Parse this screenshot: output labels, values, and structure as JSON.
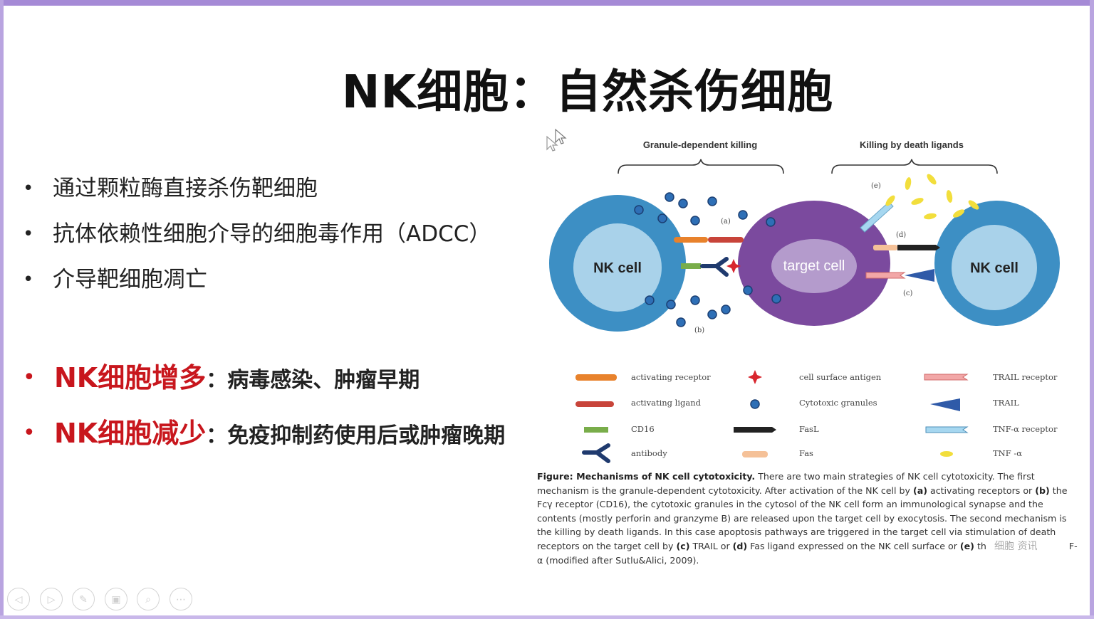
{
  "title": "NK细胞：自然杀伤细胞",
  "bullets": [
    "通过颗粒酶直接杀伤靶细胞",
    "抗体依赖性细胞介导的细胞毒作用（ADCC）",
    "介导靶细胞凋亡"
  ],
  "highlights": [
    {
      "label": "NK细胞增多",
      "sep": "：",
      "text": "病毒感染、肿瘤早期"
    },
    {
      "label": "NK细胞减少",
      "sep": "：",
      "text": "免疫抑制药使用后或肿瘤晚期"
    }
  ],
  "diagram": {
    "header_left": "Granule-dependent killing",
    "header_right": "Killing by death ligands",
    "nk_left": "NK cell",
    "target": "target cell",
    "nk_right": "NK cell",
    "marks": {
      "a": "(a)",
      "b": "(b)",
      "c": "(c)",
      "d": "(d)",
      "e": "(e)"
    },
    "legend": [
      [
        "activating receptor",
        "cell surface antigen",
        "TRAIL receptor"
      ],
      [
        "activating ligand",
        "Cytotoxic granules",
        "TRAIL"
      ],
      [
        "CD16",
        "FasL",
        "TNF-α receptor"
      ],
      [
        "antibody",
        "Fas",
        "TNF -α"
      ]
    ],
    "colors": {
      "nk_outer": "#3d8fc4",
      "nk_inner": "#a9d2ea",
      "target_outer": "#7b4a9e",
      "target_inner": "#b49bcc",
      "activating_receptor": "#e8822c",
      "activating_ligand": "#c8443a",
      "cd16": "#79ad4a",
      "antibody": "#1f3a6e",
      "antigen": "#d8262e",
      "granule": "#2e6fb6",
      "trail_receptor": "#f2a7a7",
      "trail": "#2f5aa8",
      "tnf_receptor": "#a6d7f0",
      "tnf": "#f2de3c",
      "fasl": "#222222",
      "fas": "#f5c198"
    }
  },
  "caption": {
    "label": "Figure: Mechanisms of NK cell cytotoxicity.",
    "text1": " There are two main strategies of NK cell cytotoxicity. The first mechanism is the granule-dependent cytotoxicity. After activation of the NK cell by ",
    "a": "(a)",
    "text2": " activating receptors or ",
    "b": "(b)",
    "text3": " the Fcγ receptor (CD16), the cytotoxic granules in the cytosol of the NK cell form an immunological synapse and the contents (mostly perforin and granzyme B) are released upon the target cell by exocytosis. The second mechanism is the killing by death ligands. In this case apoptosis pathways are triggered in the target cell via stimulation of death receptors on the target cell by ",
    "c": "(c)",
    "text4": " TRAIL or ",
    "d": "(d)",
    "text5": " Fas ligand expressed on the NK cell surface or ",
    "e": "(e)",
    "text6": " th",
    "text7": "F-α (modified after Sutlu&Alici, 2009)."
  },
  "watermark": "细胞 资讯",
  "toolbar": {
    "icons": [
      "prev-icon",
      "next-icon",
      "pen-icon",
      "slides-icon",
      "zoom-icon",
      "more-icon"
    ],
    "glyphs": [
      "◁",
      "▷",
      "✎",
      "▣",
      "⌕",
      "⋯"
    ]
  }
}
